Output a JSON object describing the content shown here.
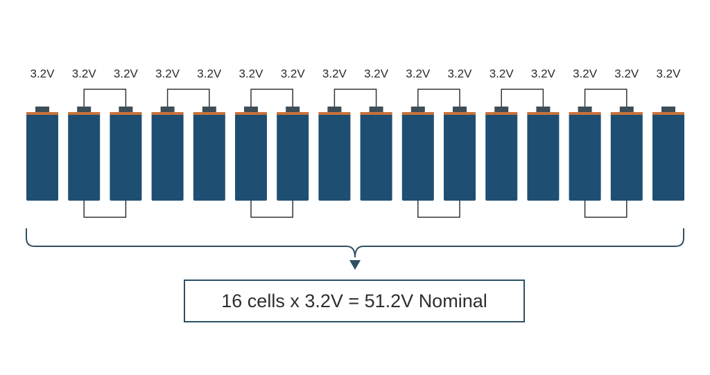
{
  "cells": [
    {
      "voltage": "3.2V"
    },
    {
      "voltage": "3.2V"
    },
    {
      "voltage": "3.2V"
    },
    {
      "voltage": "3.2V"
    },
    {
      "voltage": "3.2V"
    },
    {
      "voltage": "3.2V"
    },
    {
      "voltage": "3.2V"
    },
    {
      "voltage": "3.2V"
    },
    {
      "voltage": "3.2V"
    },
    {
      "voltage": "3.2V"
    },
    {
      "voltage": "3.2V"
    },
    {
      "voltage": "3.2V"
    },
    {
      "voltage": "3.2V"
    },
    {
      "voltage": "3.2V"
    },
    {
      "voltage": "3.2V"
    },
    {
      "voltage": "3.2V"
    }
  ],
  "summary": "16 cells x 3.2V = 51.2V Nominal",
  "colors": {
    "cell_body": "#1f4e73",
    "cell_cap": "#c8733a",
    "terminal": "#3e4e58",
    "wire": "#333333",
    "brace": "#2f4f63",
    "box_border": "#274f66"
  }
}
